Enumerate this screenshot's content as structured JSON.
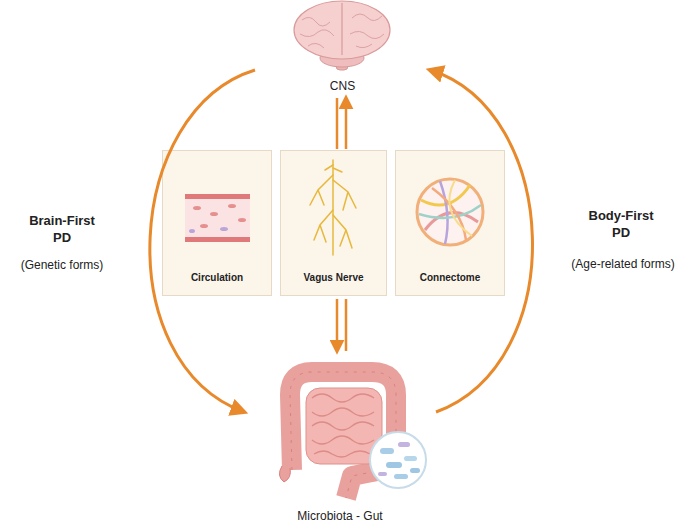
{
  "diagram": {
    "nodes": [
      {
        "text": [
          "CNS"
        ]
      },
      {
        "text": [
          "Circulation"
        ]
      },
      {
        "text": [
          "Vagus Nerve"
        ]
      },
      {
        "text": [
          "Connectome"
        ]
      },
      {
        "text": [
          "Microbiota - Gut"
        ]
      }
    ],
    "edges": [
      {
        "from": 0,
        "to": 4,
        "arrow": "to",
        "label": "Brain-First PD"
      },
      {
        "from": 4,
        "to": 0,
        "arrow": "to",
        "label": "Body-First PD"
      },
      {
        "from": 0,
        "to": 2,
        "arrow": "none"
      },
      {
        "from": 2,
        "to": 0,
        "arrow": "to"
      },
      {
        "from": 2,
        "to": 4,
        "arrow": "to"
      },
      {
        "from": 4,
        "to": 2,
        "arrow": "none"
      }
    ],
    "labels": [
      "(Genetic forms)",
      "(Age-related forms)"
    ]
  }
}
